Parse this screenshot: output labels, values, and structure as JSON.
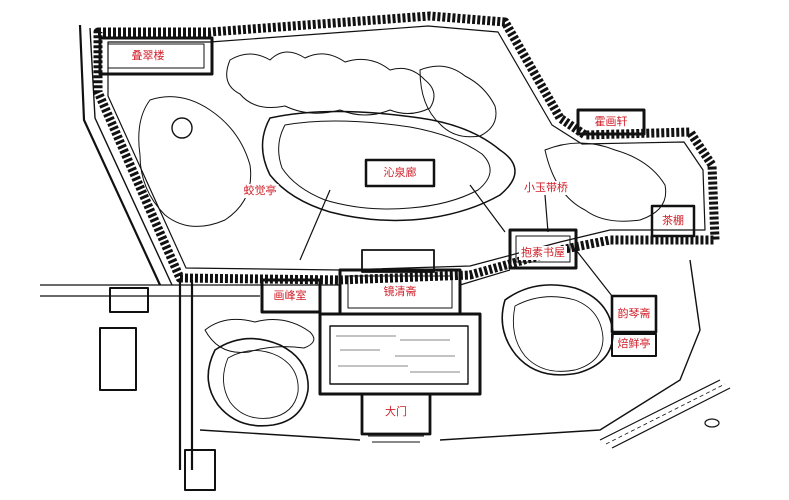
{
  "map": {
    "label_color": "#d0202a",
    "line_color": "#111111",
    "labels": {
      "jingcui_lou": "叠翠楼",
      "taohua_ting": "蛟觉亭",
      "qinquan_lang": "沁泉廊",
      "xiayu_qiao": "小玉带桥",
      "zhuohua_xuan": "霍画轩",
      "cha_peng": "茶棚",
      "baosu_shuwu": "抱素书屋",
      "huafang_shi": "画峰室",
      "jingqing_zhai": "镜清斋",
      "yunqin_zhai": "韵琴斋",
      "zhaixian_shi": "焙鲜亭",
      "da_men": "大门"
    }
  }
}
